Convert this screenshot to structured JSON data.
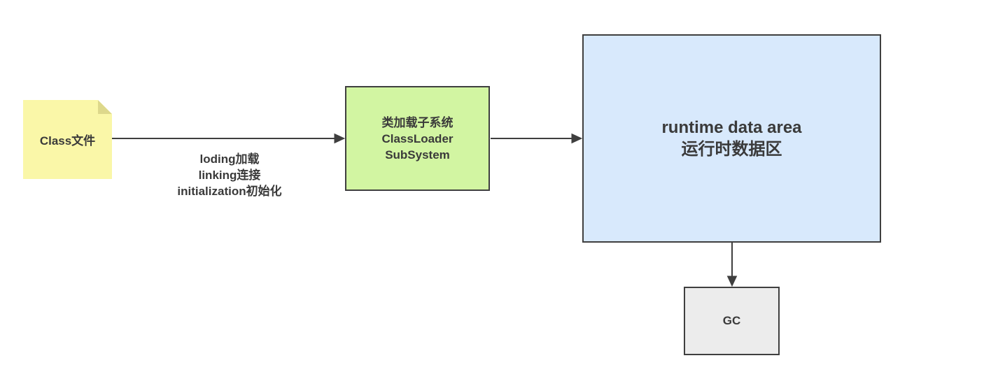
{
  "diagram": {
    "background_color": "#ffffff",
    "stroke_color": "#3f3f3f",
    "text_color": "#3a3a3a",
    "nodes": {
      "class_file": {
        "label": "Class文件",
        "fill": "#faf7a8",
        "fold_fill": "#ddd88b",
        "shape": "sticky-note"
      },
      "classloader": {
        "lines": [
          "类加载子系统",
          "ClassLoader",
          "SubSystem"
        ],
        "fill": "#d2f5a2"
      },
      "runtime_data_area": {
        "lines": [
          "runtime data area",
          "运行时数据区"
        ],
        "fill": "#d8e9fc"
      },
      "gc": {
        "label": "GC",
        "fill": "#ececec"
      }
    },
    "edges": {
      "class_file_to_classloader": {
        "direction": "right",
        "labels": [
          "loding加载",
          "linking连接",
          "initialization初始化"
        ]
      },
      "classloader_to_runtime": {
        "direction": "right"
      },
      "runtime_to_gc": {
        "direction": "down"
      }
    }
  }
}
